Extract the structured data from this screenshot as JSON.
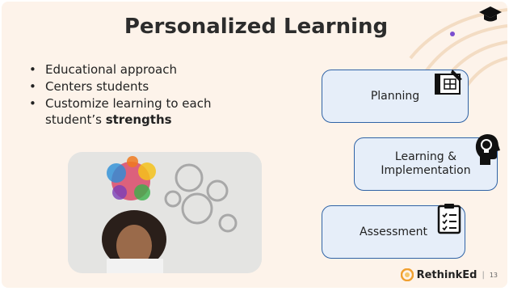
{
  "slide": {
    "title": "Personalized Learning",
    "bullets": [
      "Educational approach",
      "Centers students",
      "Customize learning to each student’s "
    ],
    "bullet_bold": "strengths",
    "cards": [
      {
        "label": "Planning",
        "icon": "blueprint-icon"
      },
      {
        "label_line1": "Learning &",
        "label_line2": "Implementation",
        "icon": "head-lightbulb-icon"
      },
      {
        "label": "Assessment",
        "icon": "clipboard-checklist-icon"
      }
    ]
  },
  "footer": {
    "brand": "RethinkEd",
    "page_number": "13"
  },
  "colors": {
    "background": "#fdf3ea",
    "card_fill": "#e6eef9",
    "card_border": "#2f63a6",
    "accent": "#f0a030"
  }
}
